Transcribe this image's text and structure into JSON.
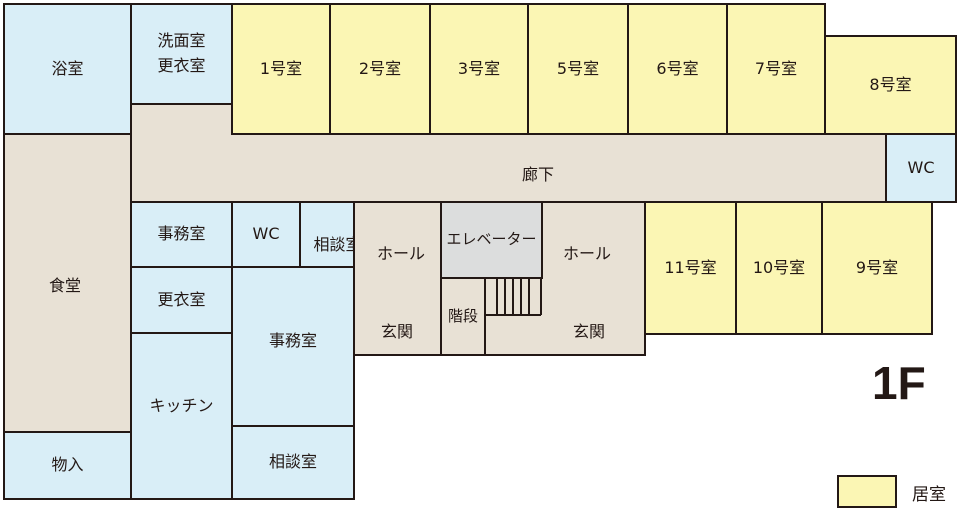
{
  "rooms": {
    "bath": "浴室",
    "washroom": "洗面室",
    "changing_top": "更衣室",
    "room1": "1号室",
    "room2": "2号室",
    "room3": "3号室",
    "room5": "5号室",
    "room6": "6号室",
    "room7": "7号室",
    "room8": "8号室",
    "corridor": "廊下",
    "wc_right": "WC",
    "dining": "食堂",
    "office_small": "事務室",
    "wc_mid": "WC",
    "consult_small": "相談室",
    "hall_left": "ホール",
    "entrance_left": "玄関",
    "elevator": "エレベーター",
    "stairs": "階段",
    "hall_right": "ホール",
    "entrance_right": "玄関",
    "room11": "11号室",
    "room10": "10号室",
    "room9": "9号室",
    "changing_bottom": "更衣室",
    "office_large": "事務室",
    "kitchen": "キッチン",
    "storage": "物入",
    "consult_bottom": "相談室"
  },
  "floor_label": "1F",
  "legend": {
    "label": "居室",
    "color": "#fbf6b4"
  },
  "colors": {
    "living": "#fbf6b4",
    "service": "#d9eef7",
    "common": "#e8e1d5",
    "elevator": "#dcdddd"
  }
}
